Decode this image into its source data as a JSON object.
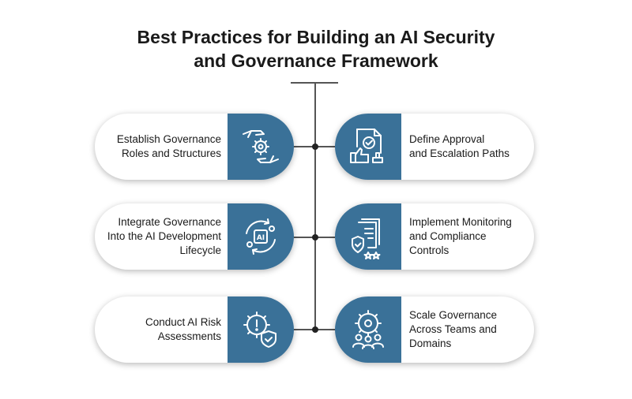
{
  "title": {
    "line1": "Best Practices for Building an AI Security",
    "line2": "and Governance Framework"
  },
  "colors": {
    "accent": "#3a7198",
    "line": "#555555"
  },
  "practices": [
    {
      "icon": "hands-gear-icon",
      "lines": [
        "Establish Governance",
        "Roles and Structures"
      ]
    },
    {
      "icon": "approval-document-icon",
      "lines": [
        "Define Approval",
        "and Escalation Paths"
      ]
    },
    {
      "icon": "ai-cycle-icon",
      "lines": [
        "Integrate Governance",
        "Into the AI Development",
        "Lifecycle"
      ]
    },
    {
      "icon": "monitoring-certificate-icon",
      "lines": [
        "Implement Monitoring",
        "and Compliance",
        "Controls"
      ]
    },
    {
      "icon": "risk-shield-gear-icon",
      "lines": [
        "Conduct AI Risk",
        "Assessments"
      ]
    },
    {
      "icon": "team-gear-icon",
      "lines": [
        "Scale Governance",
        "Across Teams and",
        "Domains"
      ]
    }
  ]
}
